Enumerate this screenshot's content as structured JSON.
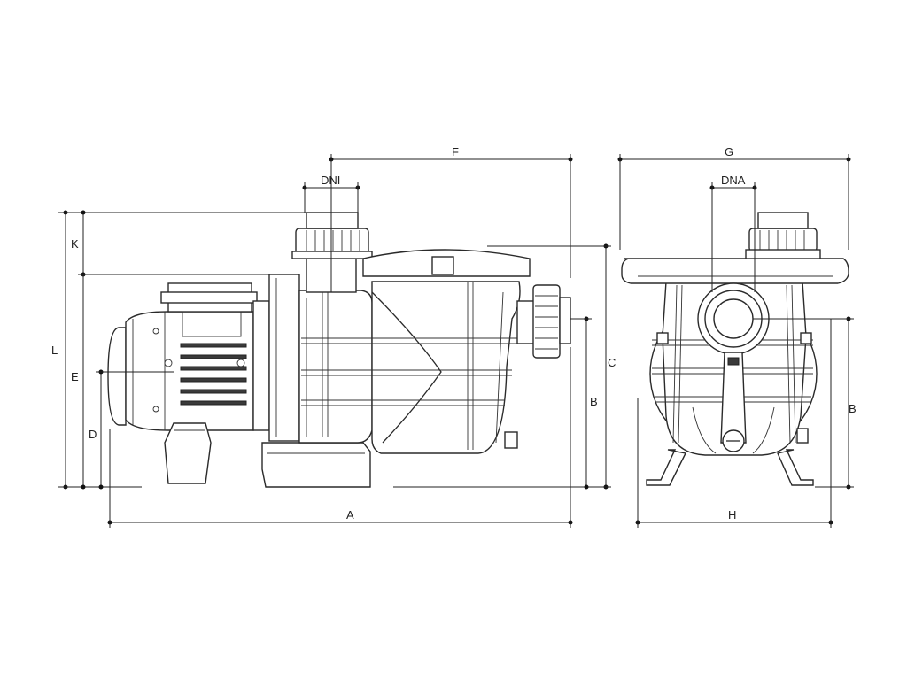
{
  "labels": {
    "A": "A",
    "B_side": "B",
    "B_front": "B",
    "C": "C",
    "D": "D",
    "E": "E",
    "F": "F",
    "G": "G",
    "H": "H",
    "K": "K",
    "L": "L",
    "DNI": "DNI",
    "DNA": "DNA"
  }
}
